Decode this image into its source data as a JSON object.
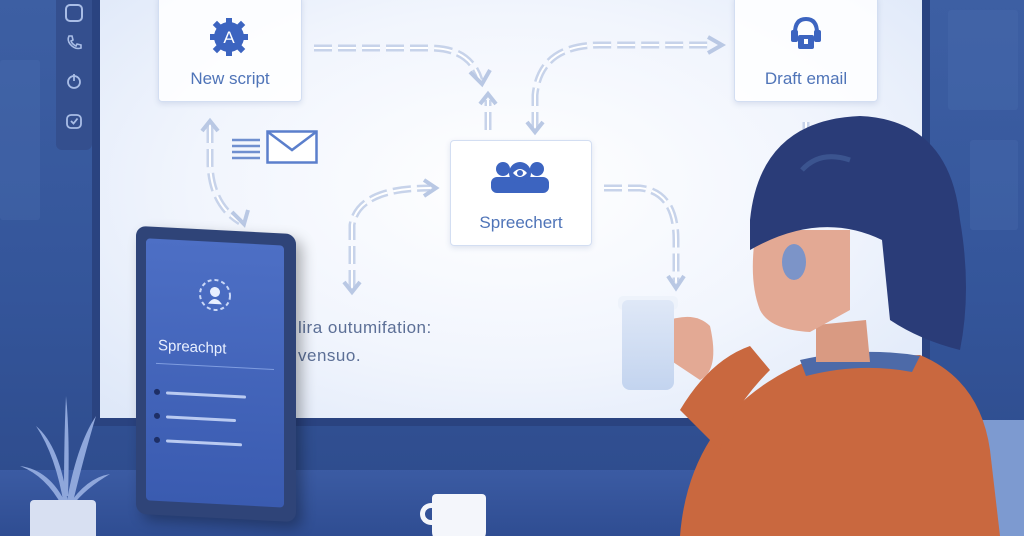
{
  "board": {
    "nodes": [
      {
        "key": "new-script",
        "label": "New script",
        "icon": "letter-a-gear-icon"
      },
      {
        "key": "draft-email",
        "label": "Draft email",
        "icon": "robot-icon"
      },
      {
        "key": "spreechert",
        "label": "Spreechert",
        "icon": "people-group-icon"
      }
    ],
    "caption_line1": "lira outumifation:",
    "caption_line2": "vensuo.",
    "decorations": [
      "list-icon",
      "envelope-icon"
    ]
  },
  "monitor": {
    "title": "Spreachpt",
    "icon": "gear-badge-icon"
  },
  "sidebar_icons": [
    "checkbox-icon",
    "phone-icon",
    "power-icon",
    "check-badge-icon"
  ],
  "colors": {
    "accent": "#4f74b8",
    "icon_blue": "#3c64c0",
    "wall": "#3d5fa3",
    "shirt": "#c9683f",
    "hair": "#2a3c78"
  }
}
